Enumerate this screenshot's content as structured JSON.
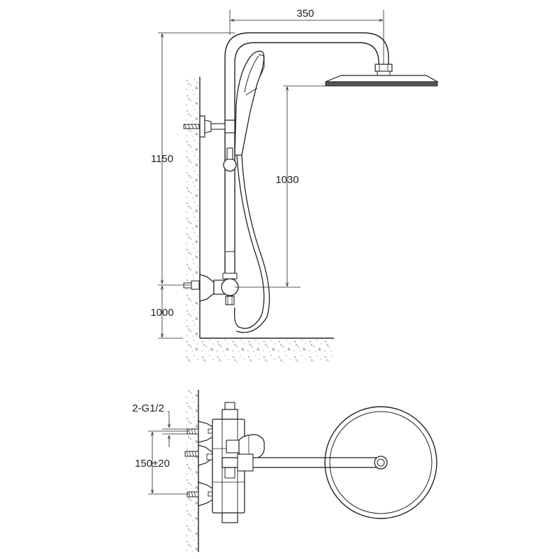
{
  "drawing": {
    "front_view": {
      "dim_arm_width": "350",
      "dim_total_height": "1150",
      "dim_head_height": "1030",
      "dim_valve_height": "1000"
    },
    "top_view": {
      "dim_connection": "2-G1/2",
      "dim_spacing": "150±20"
    }
  }
}
